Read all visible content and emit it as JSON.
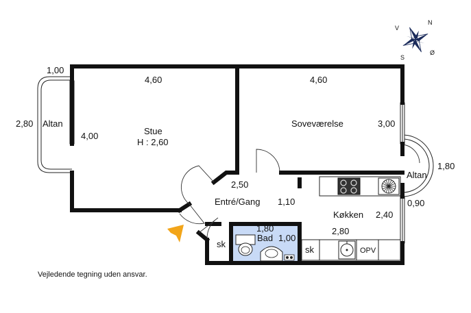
{
  "rooms": {
    "stue": {
      "name": "Stue",
      "height": "H : 2,60",
      "width": "4,60",
      "depth": "4,00"
    },
    "sovevaerelse": {
      "name": "Soveværelse",
      "width": "4,60",
      "depth": "3,00"
    },
    "entre": {
      "name": "Entré/Gang",
      "width": "2,50",
      "depth": "1,10"
    },
    "kokken": {
      "name": "Køkken",
      "width": "2,80",
      "depth": "2,40"
    },
    "bad": {
      "name": "Bad",
      "width": "1,80",
      "depth": "1,00"
    }
  },
  "balconies": {
    "left": {
      "name": "Altan",
      "width": "1,00",
      "depth": "2,80"
    },
    "right": {
      "name": "Altan",
      "width": "0,90",
      "depth": "1,80"
    }
  },
  "storage": {
    "entre_label": "sk",
    "kitchen_label": "sk"
  },
  "appliances": {
    "opv": "OPV"
  },
  "compass": {
    "north": "N",
    "west": "V",
    "south": "S",
    "east": "Ø"
  },
  "disclaimer": "Vejledende tegning uden ansvar.",
  "colors": {
    "wall": "#111111",
    "bathroom": "#c8daf6",
    "entrance_arrow": "#f2a51a"
  }
}
